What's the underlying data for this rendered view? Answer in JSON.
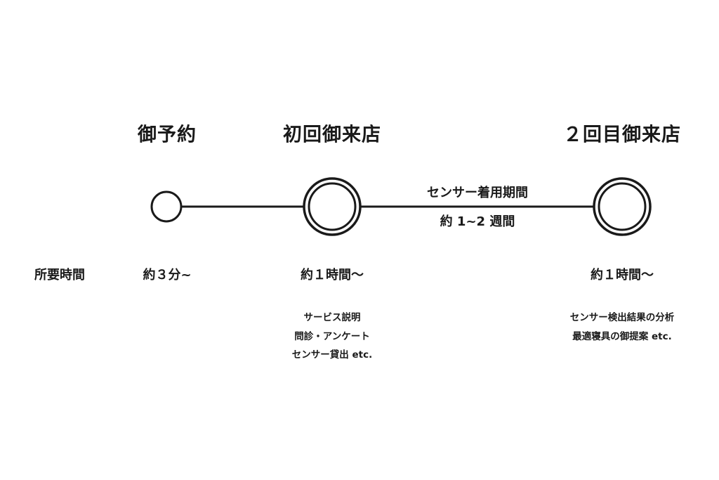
{
  "steps": [
    {
      "title": "御予約",
      "duration": "約３分~",
      "details": []
    },
    {
      "title": "初回御来店",
      "duration": "約１時間～",
      "details": [
        "サービス説明",
        "問診・アンケート",
        "センサー貸出 etc."
      ]
    },
    {
      "title": "２回目御来店",
      "duration": "約１時間～",
      "details": [
        "センサー検出結果の分析",
        "最適寝具の御提案 etc."
      ]
    }
  ],
  "row_label": "所要時間",
  "period": {
    "label": "センサー着用期間",
    "value": "約 1~2 週間"
  },
  "colors": {
    "line": "#1a1a1a",
    "background": "#ffffff"
  }
}
